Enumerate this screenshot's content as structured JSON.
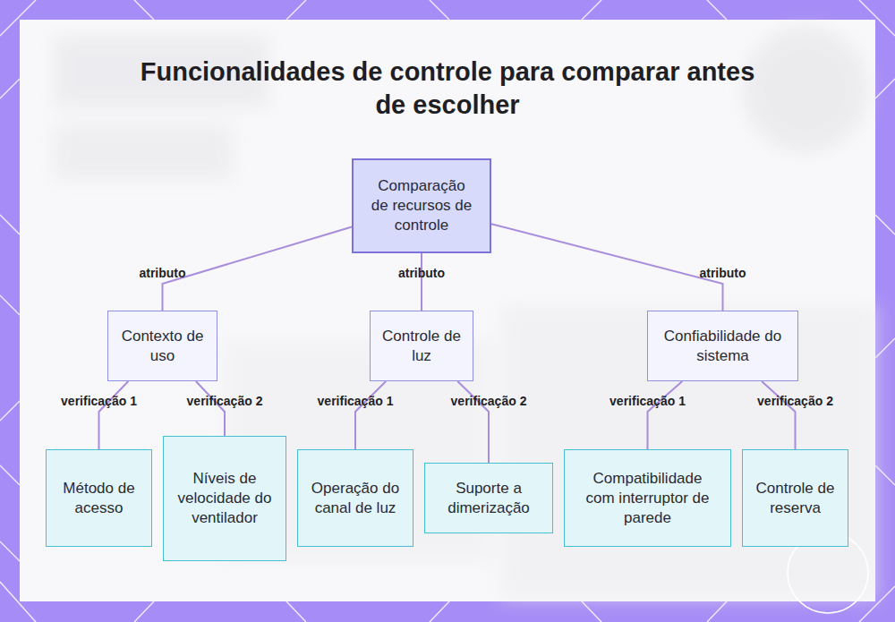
{
  "diagram": {
    "title": "Funcionalidades de controle para comparar antes de escolher",
    "nodes": [
      {
        "text": [
          "Comparação de recursos de controle"
        ]
      },
      {
        "text": [
          "Contexto de uso"
        ]
      },
      {
        "text": [
          "Controle de luz"
        ]
      },
      {
        "text": [
          "Confiabilidade do sistema"
        ]
      },
      {
        "text": [
          "Método de acesso"
        ]
      },
      {
        "text": [
          "Níveis de velocidade do ventilador"
        ]
      },
      {
        "text": [
          "Operação do canal de luz"
        ]
      },
      {
        "text": [
          "Suporte a dimerização"
        ]
      },
      {
        "text": [
          "Compatibilidade com interruptor de parede"
        ]
      },
      {
        "text": [
          "Controle de reserva"
        ]
      }
    ],
    "edges": [
      {
        "from": 0,
        "to": 1,
        "label": "atributo",
        "arrow": "none"
      },
      {
        "from": 0,
        "to": 2,
        "label": "atributo",
        "arrow": "none"
      },
      {
        "from": 0,
        "to": 3,
        "label": "atributo",
        "arrow": "none"
      },
      {
        "from": 1,
        "to": 4,
        "label": "verificação 1",
        "arrow": "none"
      },
      {
        "from": 1,
        "to": 5,
        "label": "verificação 2",
        "arrow": "none"
      },
      {
        "from": 2,
        "to": 6,
        "label": "verificação 1",
        "arrow": "none"
      },
      {
        "from": 2,
        "to": 7,
        "label": "verificação 2",
        "arrow": "none"
      },
      {
        "from": 3,
        "to": 8,
        "label": "verificação 1",
        "arrow": "none"
      },
      {
        "from": 3,
        "to": 9,
        "label": "verificação 2",
        "arrow": "none"
      }
    ]
  }
}
